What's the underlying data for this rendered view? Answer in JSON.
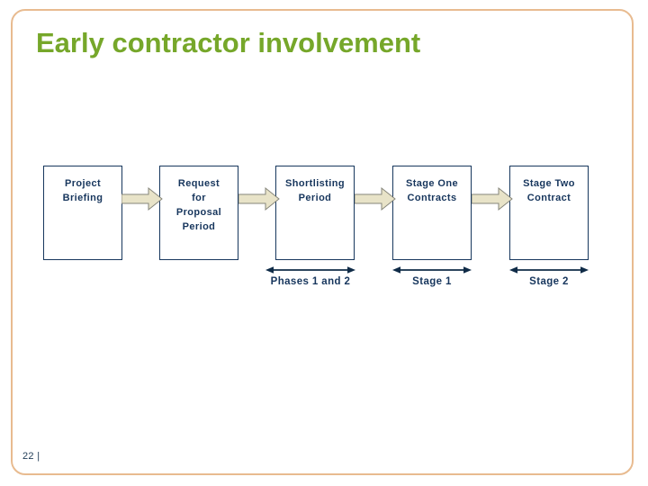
{
  "slide": {
    "title": "Early contractor involvement",
    "page_number": "22 |"
  },
  "colors": {
    "title_green": "#76A72A",
    "box_border_navy": "#17375D",
    "text_navy": "#17365D",
    "block_arrow_fill": "#E8E3C8",
    "block_arrow_outline": "#85857A",
    "span_arrow_dark": "#0F2B47",
    "frame_tan": "#E4AF7C"
  },
  "flow": {
    "boxes": [
      {
        "label": "Project\nBriefing"
      },
      {
        "label": "Request\nfor\nProposal\nPeriod"
      },
      {
        "label": "Shortlisting\nPeriod"
      },
      {
        "label": "Stage One\nContracts"
      },
      {
        "label": "Stage Two\nContract"
      }
    ],
    "spans": [
      {
        "label": "Phases 1 and 2"
      },
      {
        "label": "Stage 1"
      },
      {
        "label": "Stage 2"
      }
    ]
  }
}
